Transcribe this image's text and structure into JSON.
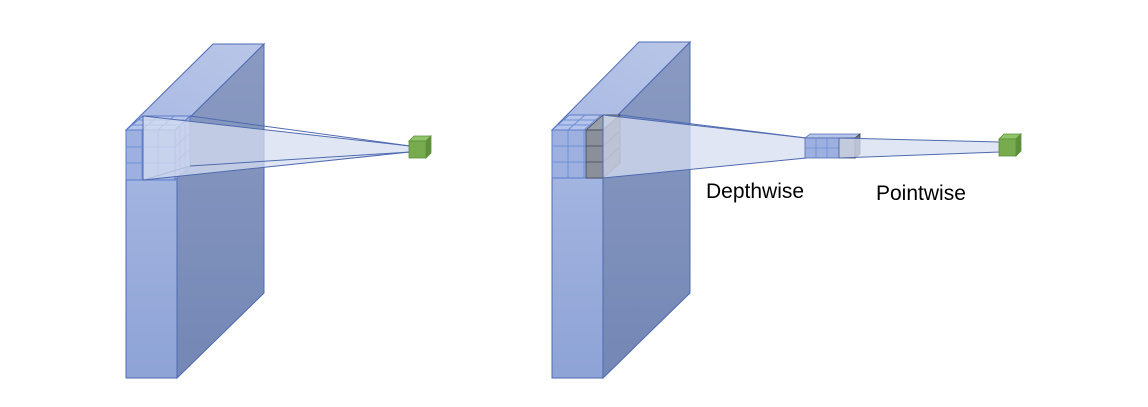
{
  "labels": {
    "depthwise": "Depthwise",
    "pointwise": "Pointwise"
  },
  "colors": {
    "block_front": "#8ea3d6",
    "block_top": "#b3c2e6",
    "block_side": "#7d8fb9",
    "block_stroke": "#4f6bb0",
    "projection_fill": "#d6def0",
    "kernel_grid": "#8ea6dc",
    "depthwise_slice": "#8a8f9a",
    "output_cube": "#77ab4e",
    "text": "#000000"
  },
  "icons": [
    "standard-convolution-block",
    "depthwise-separable-block",
    "output-pixel-cube",
    "intermediate-feature-cube"
  ]
}
